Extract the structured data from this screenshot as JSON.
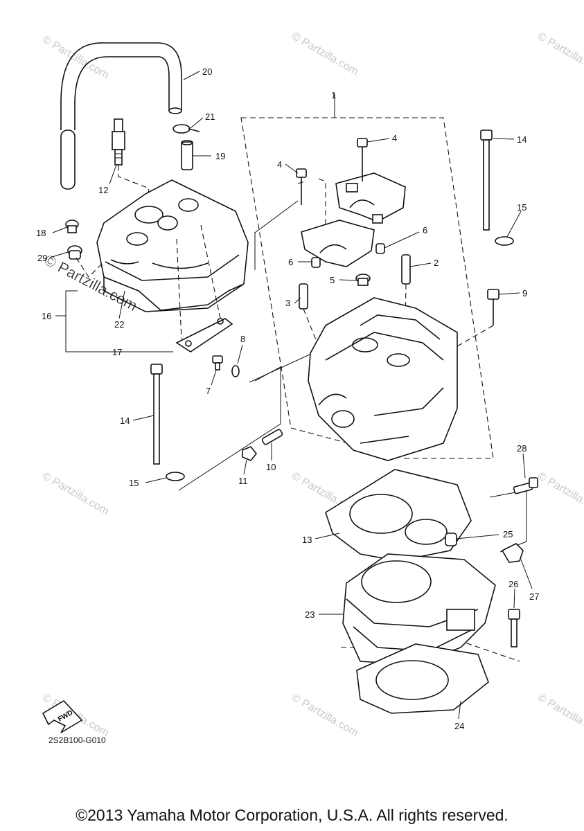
{
  "diagram": {
    "callouts": [
      "1",
      "2",
      "3",
      "4",
      "4",
      "5",
      "6",
      "6",
      "7",
      "8",
      "9",
      "10",
      "11",
      "12",
      "13",
      "14",
      "14",
      "15",
      "15",
      "16",
      "17",
      "18",
      "19",
      "20",
      "21",
      "22",
      "23",
      "24",
      "25",
      "26",
      "27",
      "28",
      "29"
    ],
    "fwd_label": "FWD",
    "diagram_code": "2S2B100-G010",
    "watermark_logo": "© Partzilla.com",
    "watermark_center": "© Partzilla.com"
  },
  "footer": {
    "copyright": "©2013 Yamaha Motor Corporation, U.S.A. All rights reserved."
  }
}
